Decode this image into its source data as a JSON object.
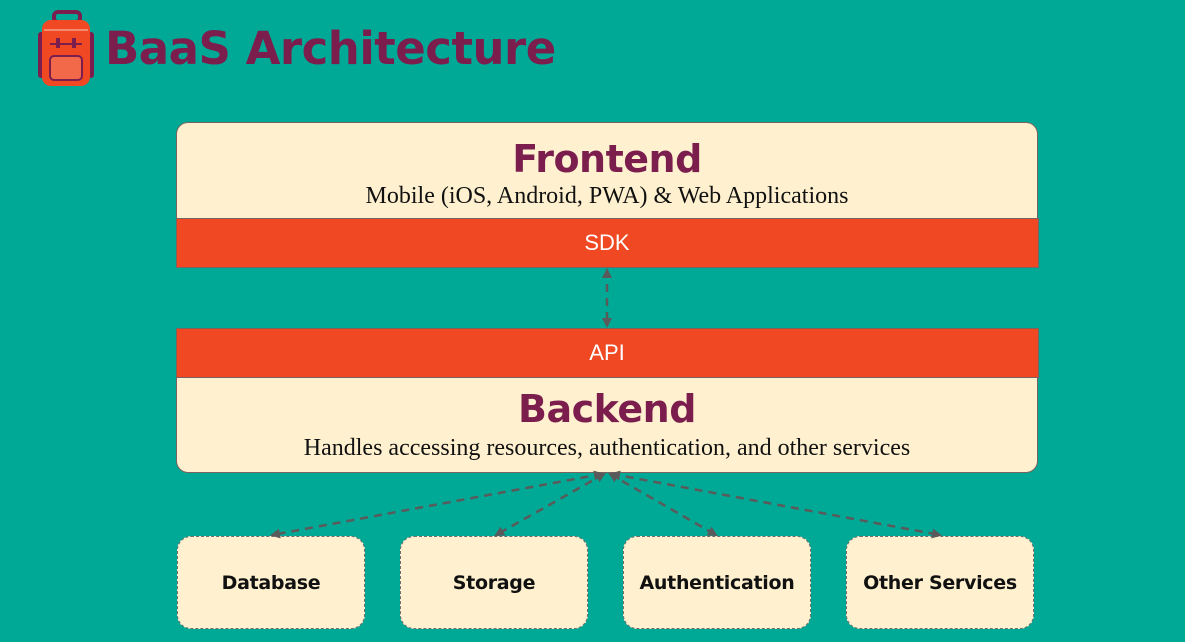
{
  "header": {
    "title": "BaaS Architecture"
  },
  "frontend": {
    "title": "Frontend",
    "subtitle": "Mobile (iOS, Android, PWA) & Web Applications",
    "band_label": "SDK"
  },
  "backend": {
    "band_label": "API",
    "title": "Backend",
    "subtitle": "Handles accessing resources, authentication, and other services"
  },
  "services": [
    {
      "label": "Database"
    },
    {
      "label": "Storage"
    },
    {
      "label": "Authentication"
    },
    {
      "label": "Other Services"
    }
  ],
  "colors": {
    "background": "#00a896",
    "box_fill": "#fff1cf",
    "band_fill": "#ef4823",
    "title_color": "#7b1e4e",
    "connector": "#5a5a5a"
  },
  "icons": {
    "logo": "backpack-icon"
  }
}
